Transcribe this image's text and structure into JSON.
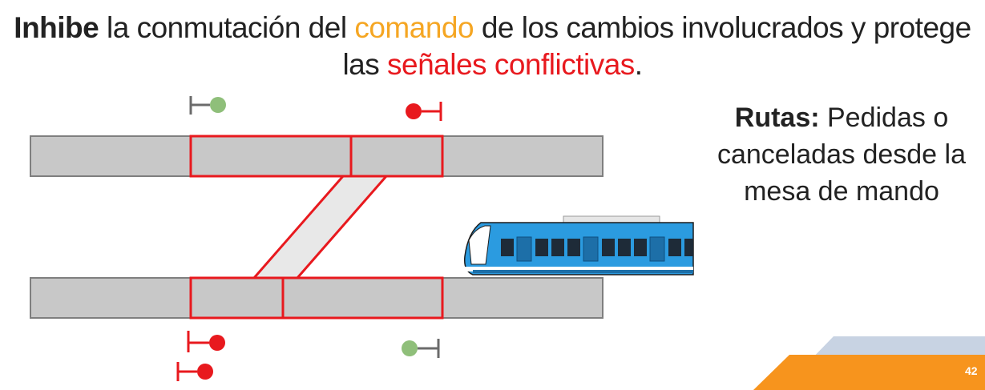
{
  "title": {
    "bold": "Inhibe",
    "part1": " la conmutación del ",
    "highlight_orange": "comando",
    "part2": " de los cambios involucrados y protege las ",
    "highlight_red": "señales conflictivas",
    "part3": "."
  },
  "side_note": {
    "bold": "Rutas:",
    "text": " Pedidas o canceladas desde la mesa de mando"
  },
  "page_number": "42",
  "colors": {
    "track_fill": "#c8c8c8",
    "track_border": "#7f7f7f",
    "route_red": "#e8191e",
    "signal_green": "#8fbf7a",
    "signal_red": "#e8191e",
    "orange_band": "#f7941d",
    "blue_band": "#c8d3e3",
    "train_blue": "#2b9be0"
  },
  "signals": [
    {
      "id": "top-left",
      "aspect": "green"
    },
    {
      "id": "top-right",
      "aspect": "red"
    },
    {
      "id": "bottom-left-upper",
      "aspect": "red"
    },
    {
      "id": "bottom-left-lower",
      "aspect": "red"
    },
    {
      "id": "bottom-right",
      "aspect": "green"
    }
  ]
}
